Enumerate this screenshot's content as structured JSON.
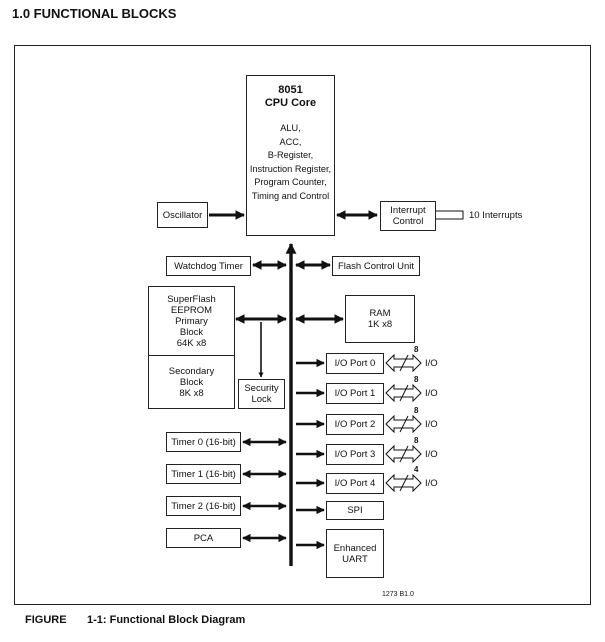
{
  "section_heading": "1.0  FUNCTIONAL BLOCKS",
  "cpu": {
    "line1": "8051",
    "line2": "CPU Core",
    "items": [
      "ALU,",
      "ACC,",
      "B-Register,",
      "Instruction Register,",
      "Program Counter,",
      "Timing and Control"
    ]
  },
  "blocks": {
    "oscillator": "Oscillator",
    "interrupt_control": [
      "Interrupt",
      "Control"
    ],
    "interrupts_input": "10 Interrupts",
    "watchdog_timer": "Watchdog Timer",
    "flash_control_unit": "Flash Control Unit",
    "primary_block": [
      "SuperFlash",
      "EEPROM",
      "Primary",
      "Block",
      "64K x8"
    ],
    "secondary_block": [
      "Secondary",
      "Block",
      "8K x8"
    ],
    "security_lock": [
      "Security",
      "Lock"
    ],
    "ram": [
      "RAM",
      "1K x8"
    ],
    "timer0": "Timer 0 (16-bit)",
    "timer1": "Timer 1 (16-bit)",
    "timer2": "Timer 2 (16-bit)",
    "pca": "PCA",
    "spi": "SPI",
    "uart": [
      "Enhanced",
      "UART"
    ]
  },
  "io_ports": [
    {
      "label": "I/O Port 0",
      "width": "8",
      "io": "I/O"
    },
    {
      "label": "I/O Port 1",
      "width": "8",
      "io": "I/O"
    },
    {
      "label": "I/O Port 2",
      "width": "8",
      "io": "I/O"
    },
    {
      "label": "I/O Port 3",
      "width": "8",
      "io": "I/O"
    },
    {
      "label": "I/O Port 4",
      "width": "4",
      "io": "I/O"
    }
  ],
  "part_code": "1273 B1.0",
  "caption": {
    "label": "FIGURE",
    "text": "1-1: Functional Block Diagram"
  }
}
